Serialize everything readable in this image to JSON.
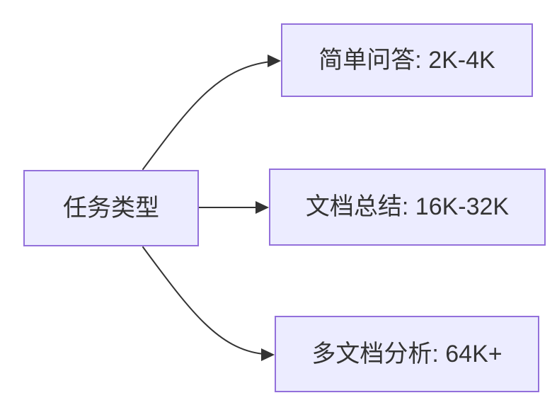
{
  "diagram": {
    "type": "flowchart-left-to-right",
    "colors": {
      "background": "#FFFFFF",
      "node_fill": "#ECECFF",
      "node_border": "#9370DB",
      "edge": "#333333",
      "text": "#333333"
    },
    "nodes": {
      "root": {
        "label": "任务类型"
      },
      "simple_qa": {
        "label": "简单问答: 2K-4K"
      },
      "doc_summary": {
        "label": "文档总结: 16K-32K"
      },
      "multi_doc": {
        "label": "多文档分析: 64K+"
      }
    },
    "edges": [
      {
        "from": "任务类型",
        "to": "简单问答: 2K-4K"
      },
      {
        "from": "任务类型",
        "to": "文档总结: 16K-32K"
      },
      {
        "from": "任务类型",
        "to": "多文档分析: 64K+"
      }
    ]
  }
}
